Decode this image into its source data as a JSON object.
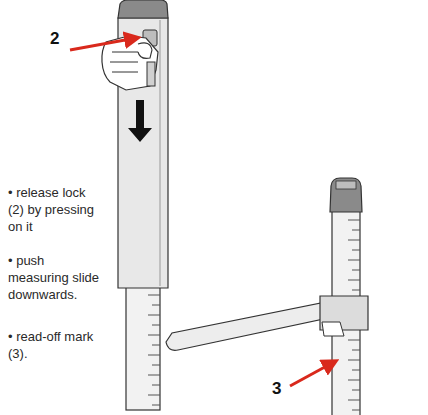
{
  "diagram": {
    "labels": [
      "2",
      "• release lock (2) by pressing on it",
      "• push measuring slide downwards.",
      "• read-off mark (3).",
      "3"
    ]
  }
}
